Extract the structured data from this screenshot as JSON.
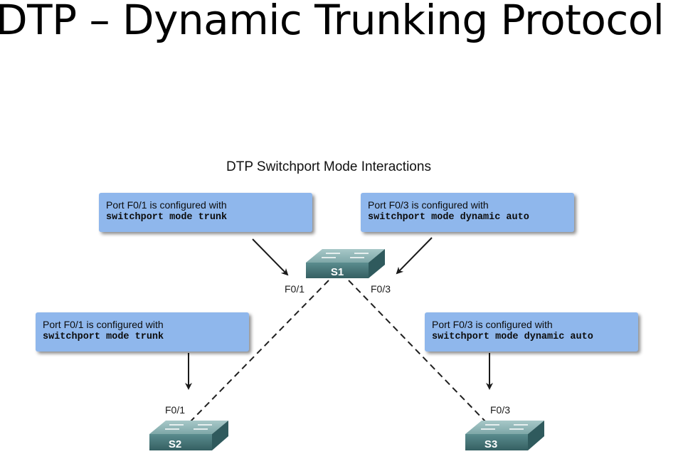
{
  "slide": {
    "title": "DTP – Dynamic Trunking Protocol"
  },
  "figure": {
    "title": "DTP Switchport Mode Interactions",
    "callouts": {
      "s1_f01": {
        "line1": "Port F0/1 is configured with",
        "line2": "switchport mode trunk"
      },
      "s1_f03": {
        "line1": "Port F0/3 is configured with",
        "line2": "switchport mode dynamic auto"
      },
      "s2_f01": {
        "line1": "Port F0/1 is configured with",
        "line2": "switchport mode trunk"
      },
      "s3_f03": {
        "line1": "Port F0/3 is configured with",
        "line2": "switchport mode dynamic auto"
      }
    },
    "ports": {
      "s1_f01": "F0/1",
      "s1_f03": "F0/3",
      "s2_f01": "F0/1",
      "s3_f03": "F0/3"
    },
    "switches": {
      "s1": "S1",
      "s2": "S2",
      "s3": "S3"
    },
    "colors": {
      "callout_fill": "#8fb7ec",
      "switch_top": "#8ab3b3",
      "switch_front": "#3f6e71",
      "link": "#1f1f1f"
    }
  }
}
